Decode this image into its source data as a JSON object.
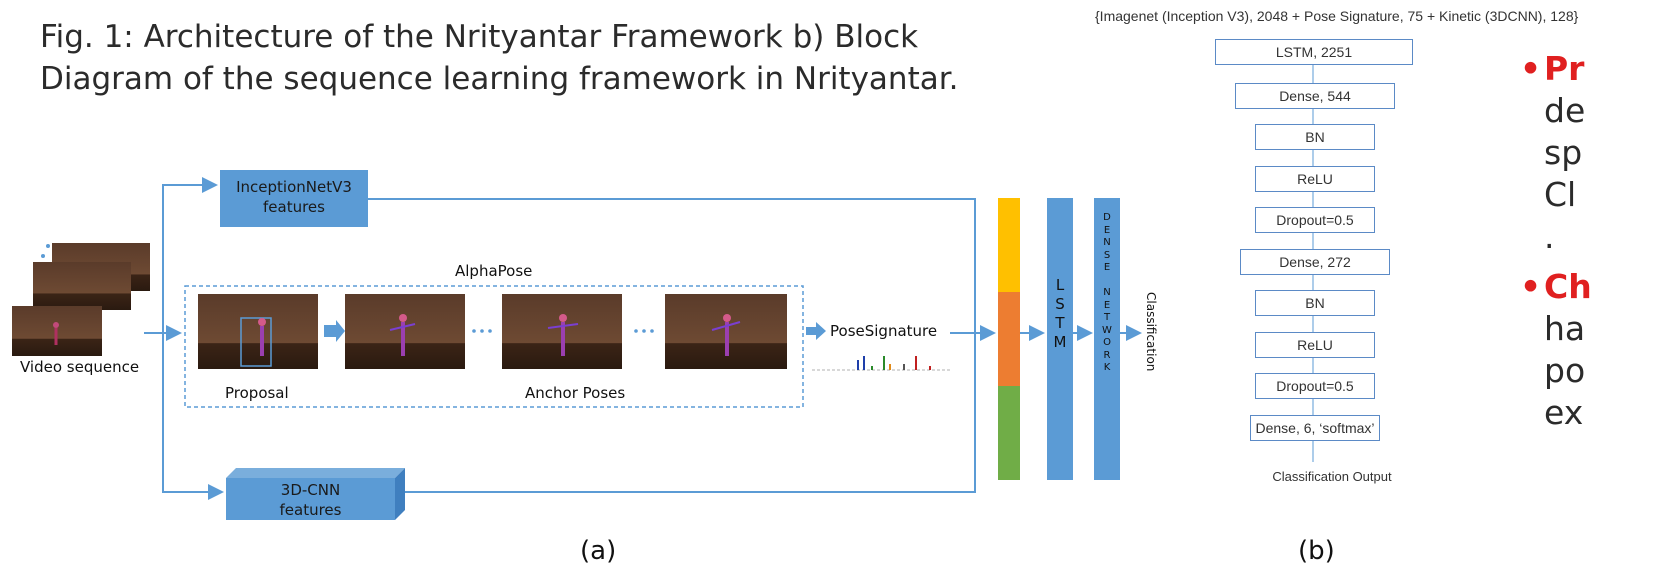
{
  "caption": {
    "line1": "Fig. 1: Architecture of the Nrityantar Framework b) Block",
    "line2": "Diagram of the sequence learning framework in Nrityantar."
  },
  "diagram_a": {
    "inception": [
      "InceptionNetV3",
      "features"
    ],
    "cnn3d": [
      "3D-CNN",
      "features"
    ],
    "video_label": "Video sequence",
    "alphapose": "AlphaPose",
    "proposal": "Proposal",
    "anchor_poses": "Anchor Poses",
    "pose_signature": "PoseSignature",
    "lstm": [
      "L",
      "S",
      "T",
      "M"
    ],
    "dense_network": [
      "D",
      "E",
      "N",
      "S",
      "E",
      "",
      "N",
      "E",
      "T",
      "W",
      "O",
      "R",
      "K"
    ],
    "classification": "Classification",
    "sublabel": "(a)",
    "colors": {
      "box": "#5b9bd5",
      "bar_yellow": "#ffc000",
      "bar_orange": "#ed7d31",
      "bar_green": "#70ad47"
    }
  },
  "diagram_b": {
    "input": "{Imagenet (Inception V3), 2048 + Pose Signature, 75 + Kinetic (3DCNN), 128}",
    "layers": [
      "LSTM, 2251",
      "Dense, 544",
      "BN",
      "ReLU",
      "Dropout=0.5",
      "Dense, 272",
      "BN",
      "ReLU",
      "Dropout=0.5",
      "Dense, 6, ‘softmax’"
    ],
    "output": "Classification Output",
    "sublabel": "(b)"
  },
  "bullets": [
    {
      "bullet": "•",
      "title": "Pr",
      "lines": [
        "de",
        "sp",
        "Cl"
      ]
    },
    {
      "bullet": ".",
      "title": "",
      "lines": []
    },
    {
      "bullet": "•",
      "title": "Ch",
      "lines": [
        "ha",
        "po",
        "ex"
      ]
    }
  ]
}
